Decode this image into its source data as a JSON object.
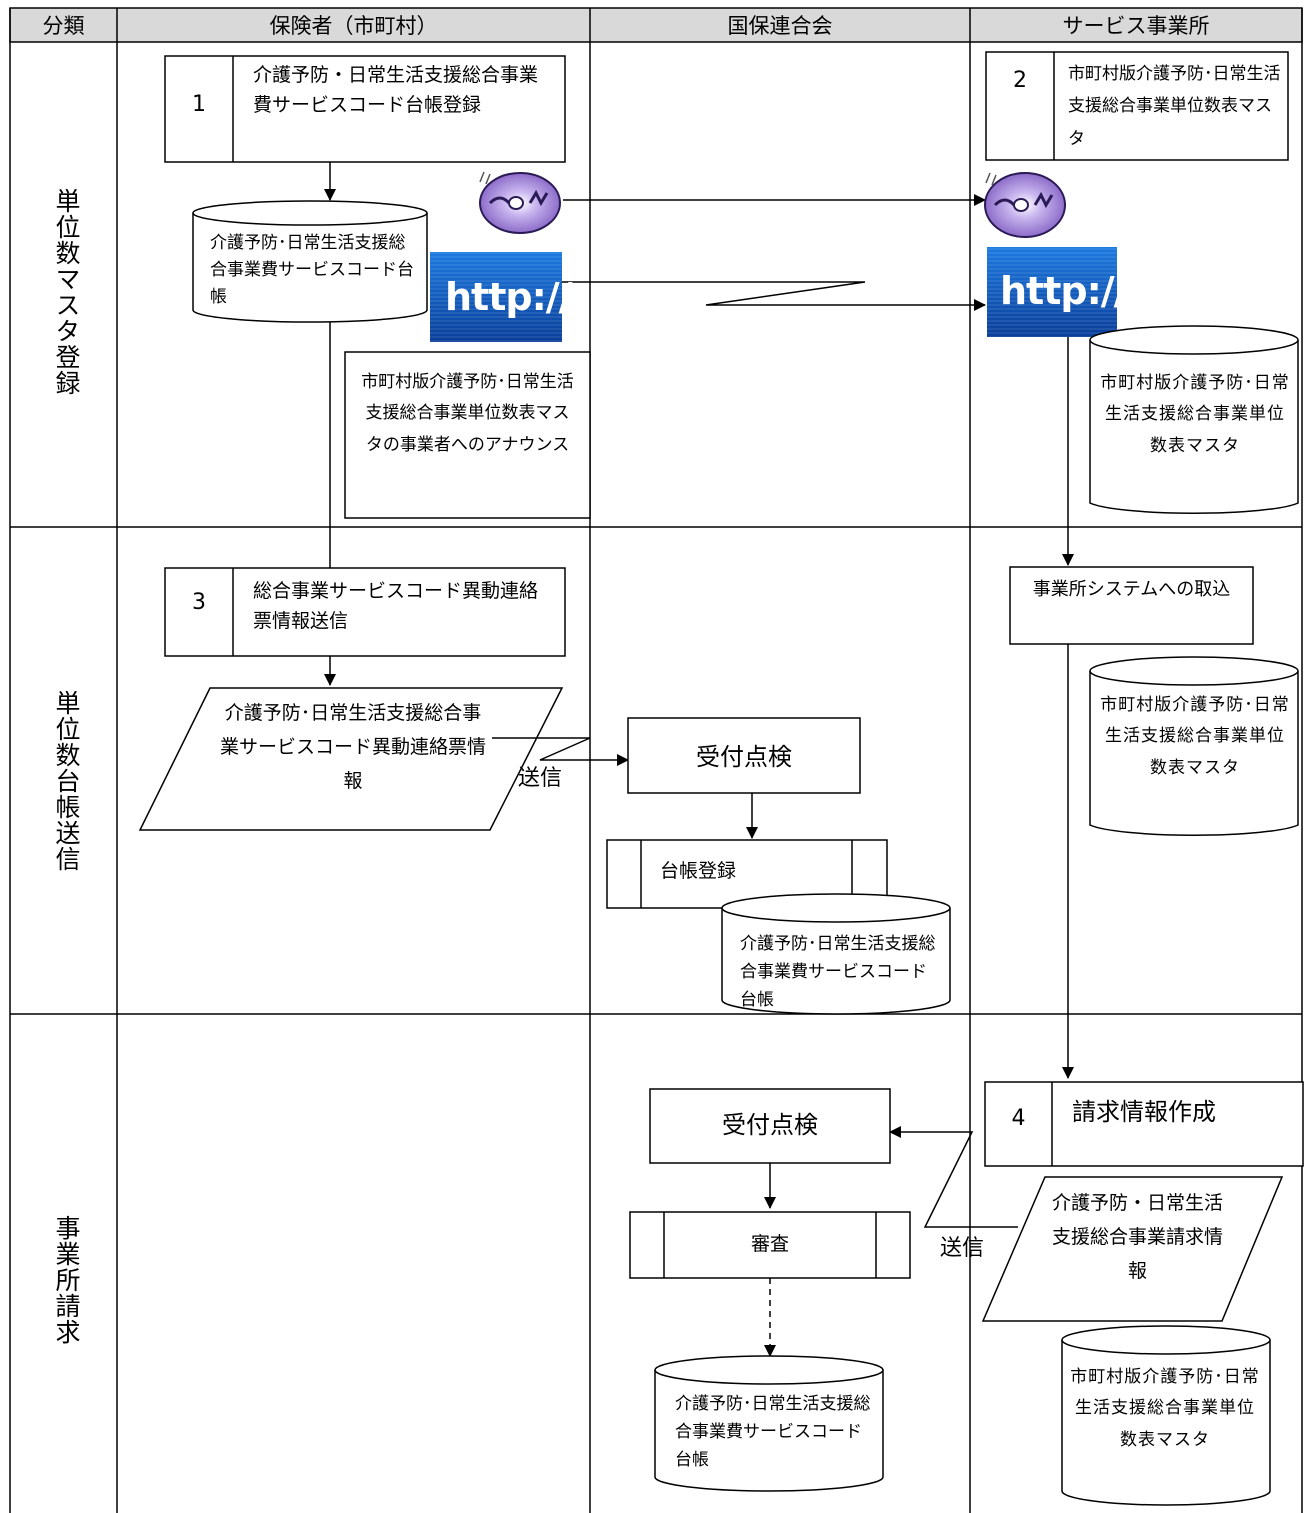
{
  "header": {
    "col_category": "分類",
    "col_insurer": "保険者（市町村）",
    "col_federation": "国保連合会",
    "col_provider": "サービス事業所"
  },
  "rows": {
    "row1": "単位数マスタ登録",
    "row2": "単位数台帳送信",
    "row3": "事業所請求"
  },
  "insurer": {
    "step1_num": "1",
    "step1_text": "介護予防・日常生活支援総合事業費サービスコード台帳登録",
    "ledger_db": "介護予防･日常生活支援総合事業費サービスコード台帳",
    "announce": "市町村版介護予防･日常生活支援総合事業単位数表マスタの事業者へのアナウンス",
    "step3_num": "3",
    "step3_text": "総合事業サービスコード異動連絡票情報送信",
    "change_form": "介護予防･日常生活支援総合事業サービスコード異動連絡票情報",
    "send_label": "送信"
  },
  "federation": {
    "intake_check_1": "受付点検",
    "ledger_register": "台帳登録",
    "ledger_db": "介護予防･日常生活支援総合事業費サービスコード台帳",
    "intake_check_2": "受付点検",
    "review": "審査",
    "ledger_db_2": "介護予防･日常生活支援総合事業費サービスコード台帳"
  },
  "provider": {
    "step2_num": "2",
    "step2_text": "市町村版介護予防･日常生活支援総合事業単位数表マスタ",
    "master_db_1": "市町村版介護予防･日常生活支援総合事業単位数表マスタ",
    "import": "事業所システムへの取込",
    "master_db_2": "市町村版介護予防･日常生活支援総合事業単位数表マスタ",
    "step4_num": "4",
    "step4_text": "請求情報作成",
    "claim_info": "介護予防・日常生活支援総合事業請求情報",
    "send_label": "送信",
    "master_db_3": "市町村版介護予防･日常生活支援総合事業単位数表マスタ"
  },
  "icons": {
    "cd": "cd-disc-icon",
    "http": "http-icon",
    "http_text": "http://"
  },
  "colors": {
    "header_bg": "#d9d9d9",
    "cd_purple": "#a78cd8",
    "http_blue": "#0f5fc9"
  }
}
